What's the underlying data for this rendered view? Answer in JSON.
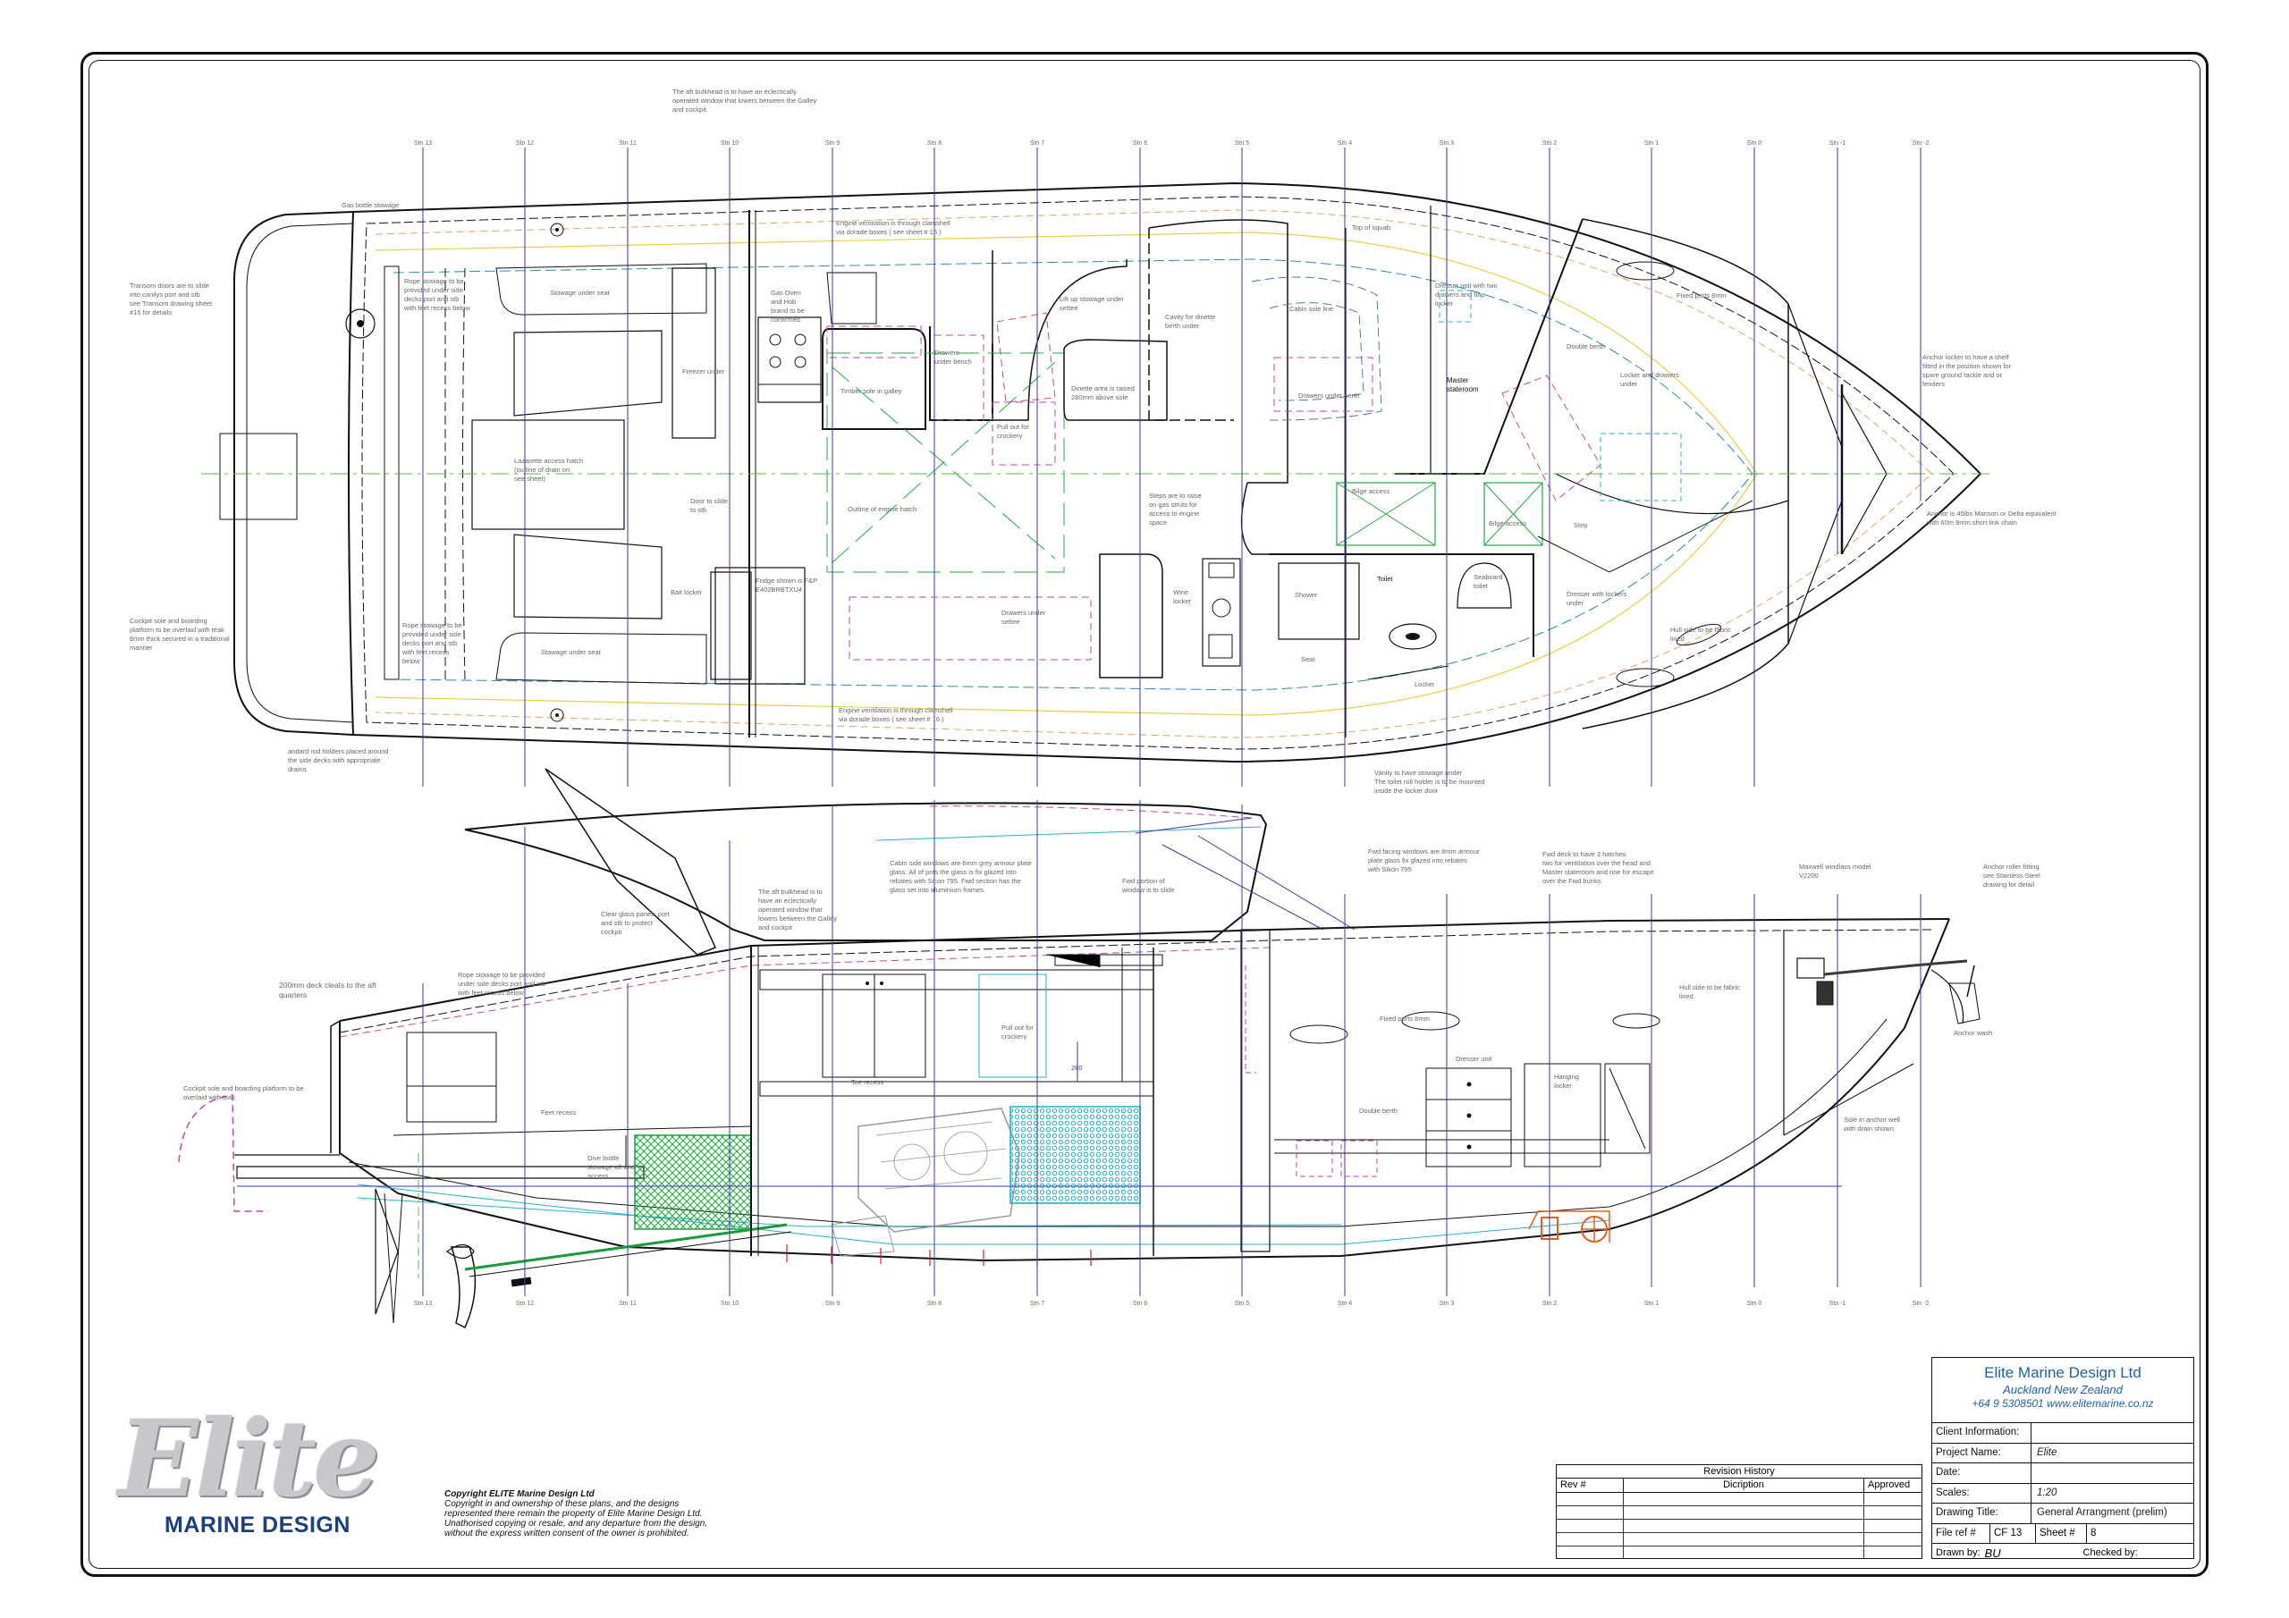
{
  "copyright": {
    "title": "Copyright ELITE Marine Design Ltd",
    "lines": [
      "Copyright in and ownership of these plans, and the designs",
      "represented there remain the property of Elite Marine Design Ltd.",
      "Unathorised copying or resale, and any departure from the design,",
      "without the express written consent of the owner is prohibited."
    ]
  },
  "logo": {
    "script_text": "Elite",
    "subtitle": "MARINE DESIGN"
  },
  "title_block": {
    "company": "Elite Marine Design Ltd",
    "location": "Auckland New Zealand",
    "contact": "+64 9 5308501 www.elitemarine.co.nz",
    "client_label": "Client Information:",
    "client_value": "",
    "project_label": "Project Name:",
    "project_value": "Elite",
    "date_label": "Date:",
    "date_value": "",
    "scales_label": "Scales:",
    "scales_value": "1:20",
    "drawing_title_label": "Drawing Title:",
    "drawing_title_value": "General Arrangment (prelim)",
    "file_ref_label": "File ref #",
    "file_ref_value": "CF 13",
    "sheet_label": "Sheet #",
    "sheet_value": "8",
    "drawn_by_label": "Drawn by:",
    "drawn_by_value": "BU",
    "checked_by_label": "Checked by:"
  },
  "revision_history": {
    "title": "Revision History",
    "col_rev": "Rev #",
    "col_description": "Dicription",
    "col_approved": "Approved"
  },
  "stations": [
    "Stn 13",
    "Stn 12",
    "Stn 11",
    "Stn 10",
    "Stn 9",
    "Stn 8",
    "Stn 7",
    "Stn 6",
    "Stn 5",
    "Stn 4",
    "Stn 3",
    "Stn 2",
    "Stn 1",
    "Stn 0",
    "Stn -1",
    "Stn -2"
  ],
  "plan_notes": {
    "aft_bulkhead": [
      "The aft bulkhead is to have an eclectically",
      "operated window that lowers between the Galley",
      "and cockpit."
    ],
    "gas_bottle": "Gas bottle stowage",
    "transom_doors": [
      "Transom doors are to slide",
      "into canilys port and stb",
      "see Transom drawing sheet",
      "#15 for details"
    ],
    "rope_stowage_1": [
      "Rope stowage to be",
      "provided under side",
      "decks port and stb",
      "with feet recess below"
    ],
    "stowage_under_seat_1": "Stowage under seat",
    "gas_oven": [
      "Gas Oven",
      "and Hob",
      "brand to be",
      "confirmed"
    ],
    "engine_vent_top": [
      "Engine ventilation is through clamshell",
      "via dorade boxes ( see sheet # 16 )"
    ],
    "lift_up_stowage": [
      "Lift up stowage under",
      "settee"
    ],
    "cavity_dinette": [
      "Cavity for dinette",
      "berth under"
    ],
    "top_of_squab": "Top of squab",
    "dresser_unit": [
      "Dresser unit with two",
      "drawers and flap",
      "locker"
    ],
    "fixed_ports": "Fixed ports 8mm",
    "double_berth": "Double berth",
    "locker_drawers": [
      "Locker and drawers",
      "under"
    ],
    "anchor_locker": [
      "Anchor locker to have a shelf",
      "fitted in the position shown for",
      "spare ground tackle and or",
      "fenders"
    ],
    "freezer_under": "Freezer under",
    "drawers_under_bench": [
      "Drawers",
      "under bench"
    ],
    "timber_sole": "Timber sole in galley",
    "pull_out_crockery": [
      "Pull out for",
      "crockery"
    ],
    "dinette_area": [
      "Dinette area is raised",
      "280mm above sole"
    ],
    "cabin_sole": "Cabin sole line",
    "drawers_under_berth": "Drawers under berth",
    "master_stateroom": [
      "Master",
      "stateroom"
    ],
    "lazarette": [
      "Lazarette access hatch",
      "(outline of drain on",
      "see sheet)"
    ],
    "door_slide": [
      "Door to slide",
      "to stb"
    ],
    "outline_engine_hatch": "Outline of engine hatch",
    "steps_raise": [
      "Steps are to raise",
      "on gas struts for",
      "access to engine",
      "space"
    ],
    "bilge_access_1": "Bilge access",
    "bilge_access_2": "Bilge access",
    "anchor_note": [
      "Anchor is 45lbs Manson or Delta equivalent",
      "with 60m 8mm short link chain"
    ],
    "step": "Step",
    "cockpit_sole": [
      "Cockpit sole and boarding",
      "platform to be overlaid with teak",
      "8mm thick secured in a traditional",
      "manner"
    ],
    "rope_stowage_2": [
      "Rope stowage to be",
      "provided under side",
      "decks port and stb",
      "with feet recess",
      "below"
    ],
    "bait_locker": "Bait locker",
    "fridge_shown": [
      "Fridge shown is F&P",
      "E402BRBTXU4"
    ],
    "drawers_under_settee": [
      "Drawers under",
      "settee"
    ],
    "wine_locker": [
      "Wine",
      "locker"
    ],
    "shower": "Shower",
    "toilet": "Toilet",
    "seaboard_toilet": [
      "Seaboard",
      "toilet"
    ],
    "dresser_lockers": [
      "Dresser with lockers",
      "under"
    ],
    "hull_side_fabric": [
      "Hull side to be fabric",
      "lined"
    ],
    "stowage_under_seat_2": "Stowage under seat",
    "seat": "Seat",
    "locker": "Locker",
    "engine_vent_bottom": [
      "Engine ventilation is through clamshell",
      "via dorade boxes ( see sheet # 16 )"
    ],
    "rod_holders": [
      "andard rod holders placed around",
      "the side decks with appropriate",
      "drains"
    ],
    "vanity": [
      "Vanity to have stowage under",
      "The toilet roll holder is to be mounted",
      "inside the locker door"
    ]
  },
  "profile_notes": {
    "cabin_windows": [
      "Cabin side windows are 6mm grey armour plate",
      "glass. All of pnts the glass is fix glazed into",
      "rebates with Sicon 795. Fwd section has the",
      "glass set into aluminium frames."
    ],
    "fwd_portion": [
      "Fwd portion of",
      "window is to slide"
    ],
    "fwd_facing": [
      "Fwd facing windows are 8mm armour",
      "plate glass fix glazed into rebates",
      "with Sikon 795"
    ],
    "fwd_deck_hatches": [
      "Fwd deck to have 3 hatches",
      "two for ventilation over the head and",
      "Master stateroom and one for escape",
      "over the Fwd bunks"
    ],
    "maxwell_windlass": [
      "Maxwell windlass model",
      "V2200"
    ],
    "anchor_roller": [
      "Anchor roller fitting",
      "see Stainless Steel",
      "drawing for detail"
    ],
    "aft_bulkhead": [
      "The aft bulkhead is to",
      "have an eclectically",
      "operated window that",
      "lowers between the Galley",
      "and cockpit"
    ],
    "clear_glass": [
      "Clear glass panels port",
      "and stb to protect",
      "cockpit"
    ],
    "deck_cleats": [
      "200mm deck cleats to the aft",
      "quarters"
    ],
    "rope_stowage": [
      "Rope stowage to be provided",
      "under side decks port and stb",
      "with feet recess below"
    ],
    "pull_out_crockery": [
      "Pull out for",
      "crockery"
    ],
    "fixed_ports": "Fixed ports 8mm",
    "dresser_unit": "Dresser unit",
    "hull_side_fabric": [
      "Hull side to be fabric",
      "lined"
    ],
    "anchor_wash": "Anchor wash",
    "handing_locker": [
      "Hanging",
      "locker"
    ],
    "cockpit_sole": [
      "Cockpit sole and boarding platform to be",
      "overlaid with teak"
    ],
    "feet_recess": "Feet recess",
    "toe_recess": "Toe recess",
    "dim_280": "280",
    "double_berth": "Double berth",
    "dive_bottle": [
      "Dive bottle",
      "stowage aft and",
      "access"
    ],
    "sole_anchor_well": [
      "Sole in anchor well",
      "with drain shown"
    ]
  }
}
